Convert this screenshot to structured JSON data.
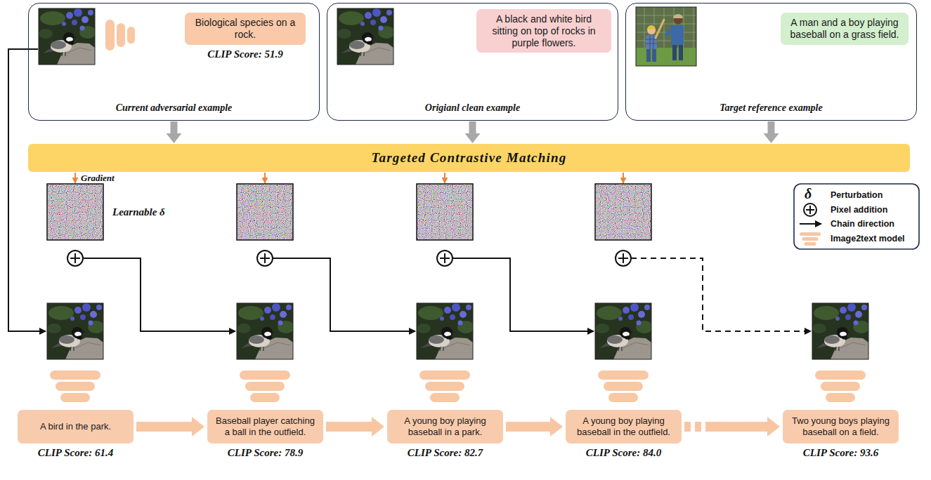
{
  "diagram": {
    "nodes": [
      {
        "text": [
          "Current adversarial example"
        ]
      },
      {
        "text": [
          "Biological species on a rock.",
          "CLIP Score: 51.9"
        ],
        "in": 0
      },
      {
        "text": [
          "Origianl clean example"
        ]
      },
      {
        "text": [
          "A black and white bird sitting on top of rocks in purple flowers."
        ],
        "in": 2
      },
      {
        "text": [
          "Target reference example"
        ]
      },
      {
        "text": [
          "A man and a boy playing baseball on a grass field."
        ],
        "in": 4
      },
      {
        "text": [
          "Targeted Contrastive Matching"
        ]
      },
      {
        "text": [
          "A bird in the park.",
          "CLIP Score: 61.4"
        ]
      },
      {
        "text": [
          "Baseball player catching a ball in the outfield.",
          "CLIP Score: 78.9"
        ]
      },
      {
        "text": [
          "A young boy playing baseball in a park.",
          "CLIP Score: 82.7"
        ]
      },
      {
        "text": [
          "A young boy playing baseball in the outfield.",
          "CLIP Score: 84.0"
        ]
      },
      {
        "text": [
          "Two young boys playing baseball on a field.",
          "CLIP Score: 93.6"
        ]
      }
    ],
    "edges": [
      {
        "from": 0,
        "to": 6,
        "arrow": "to"
      },
      {
        "from": 2,
        "to": 6,
        "arrow": "to"
      },
      {
        "from": 4,
        "to": 6,
        "arrow": "to"
      },
      {
        "from": 7,
        "to": 8,
        "arrow": "to"
      },
      {
        "from": 8,
        "to": 9,
        "arrow": "to"
      },
      {
        "from": 9,
        "to": 10,
        "arrow": "to"
      },
      {
        "from": 10,
        "to": 11,
        "arrow": "to"
      }
    ],
    "labels": [
      "Gradient",
      "Learnable δ",
      "δ"
    ],
    "legend": [
      {
        "text": "Perturbation"
      },
      {
        "text": "Pixel addition"
      },
      {
        "text": "Chain direction"
      },
      {
        "text": "Image2text model"
      }
    ]
  }
}
